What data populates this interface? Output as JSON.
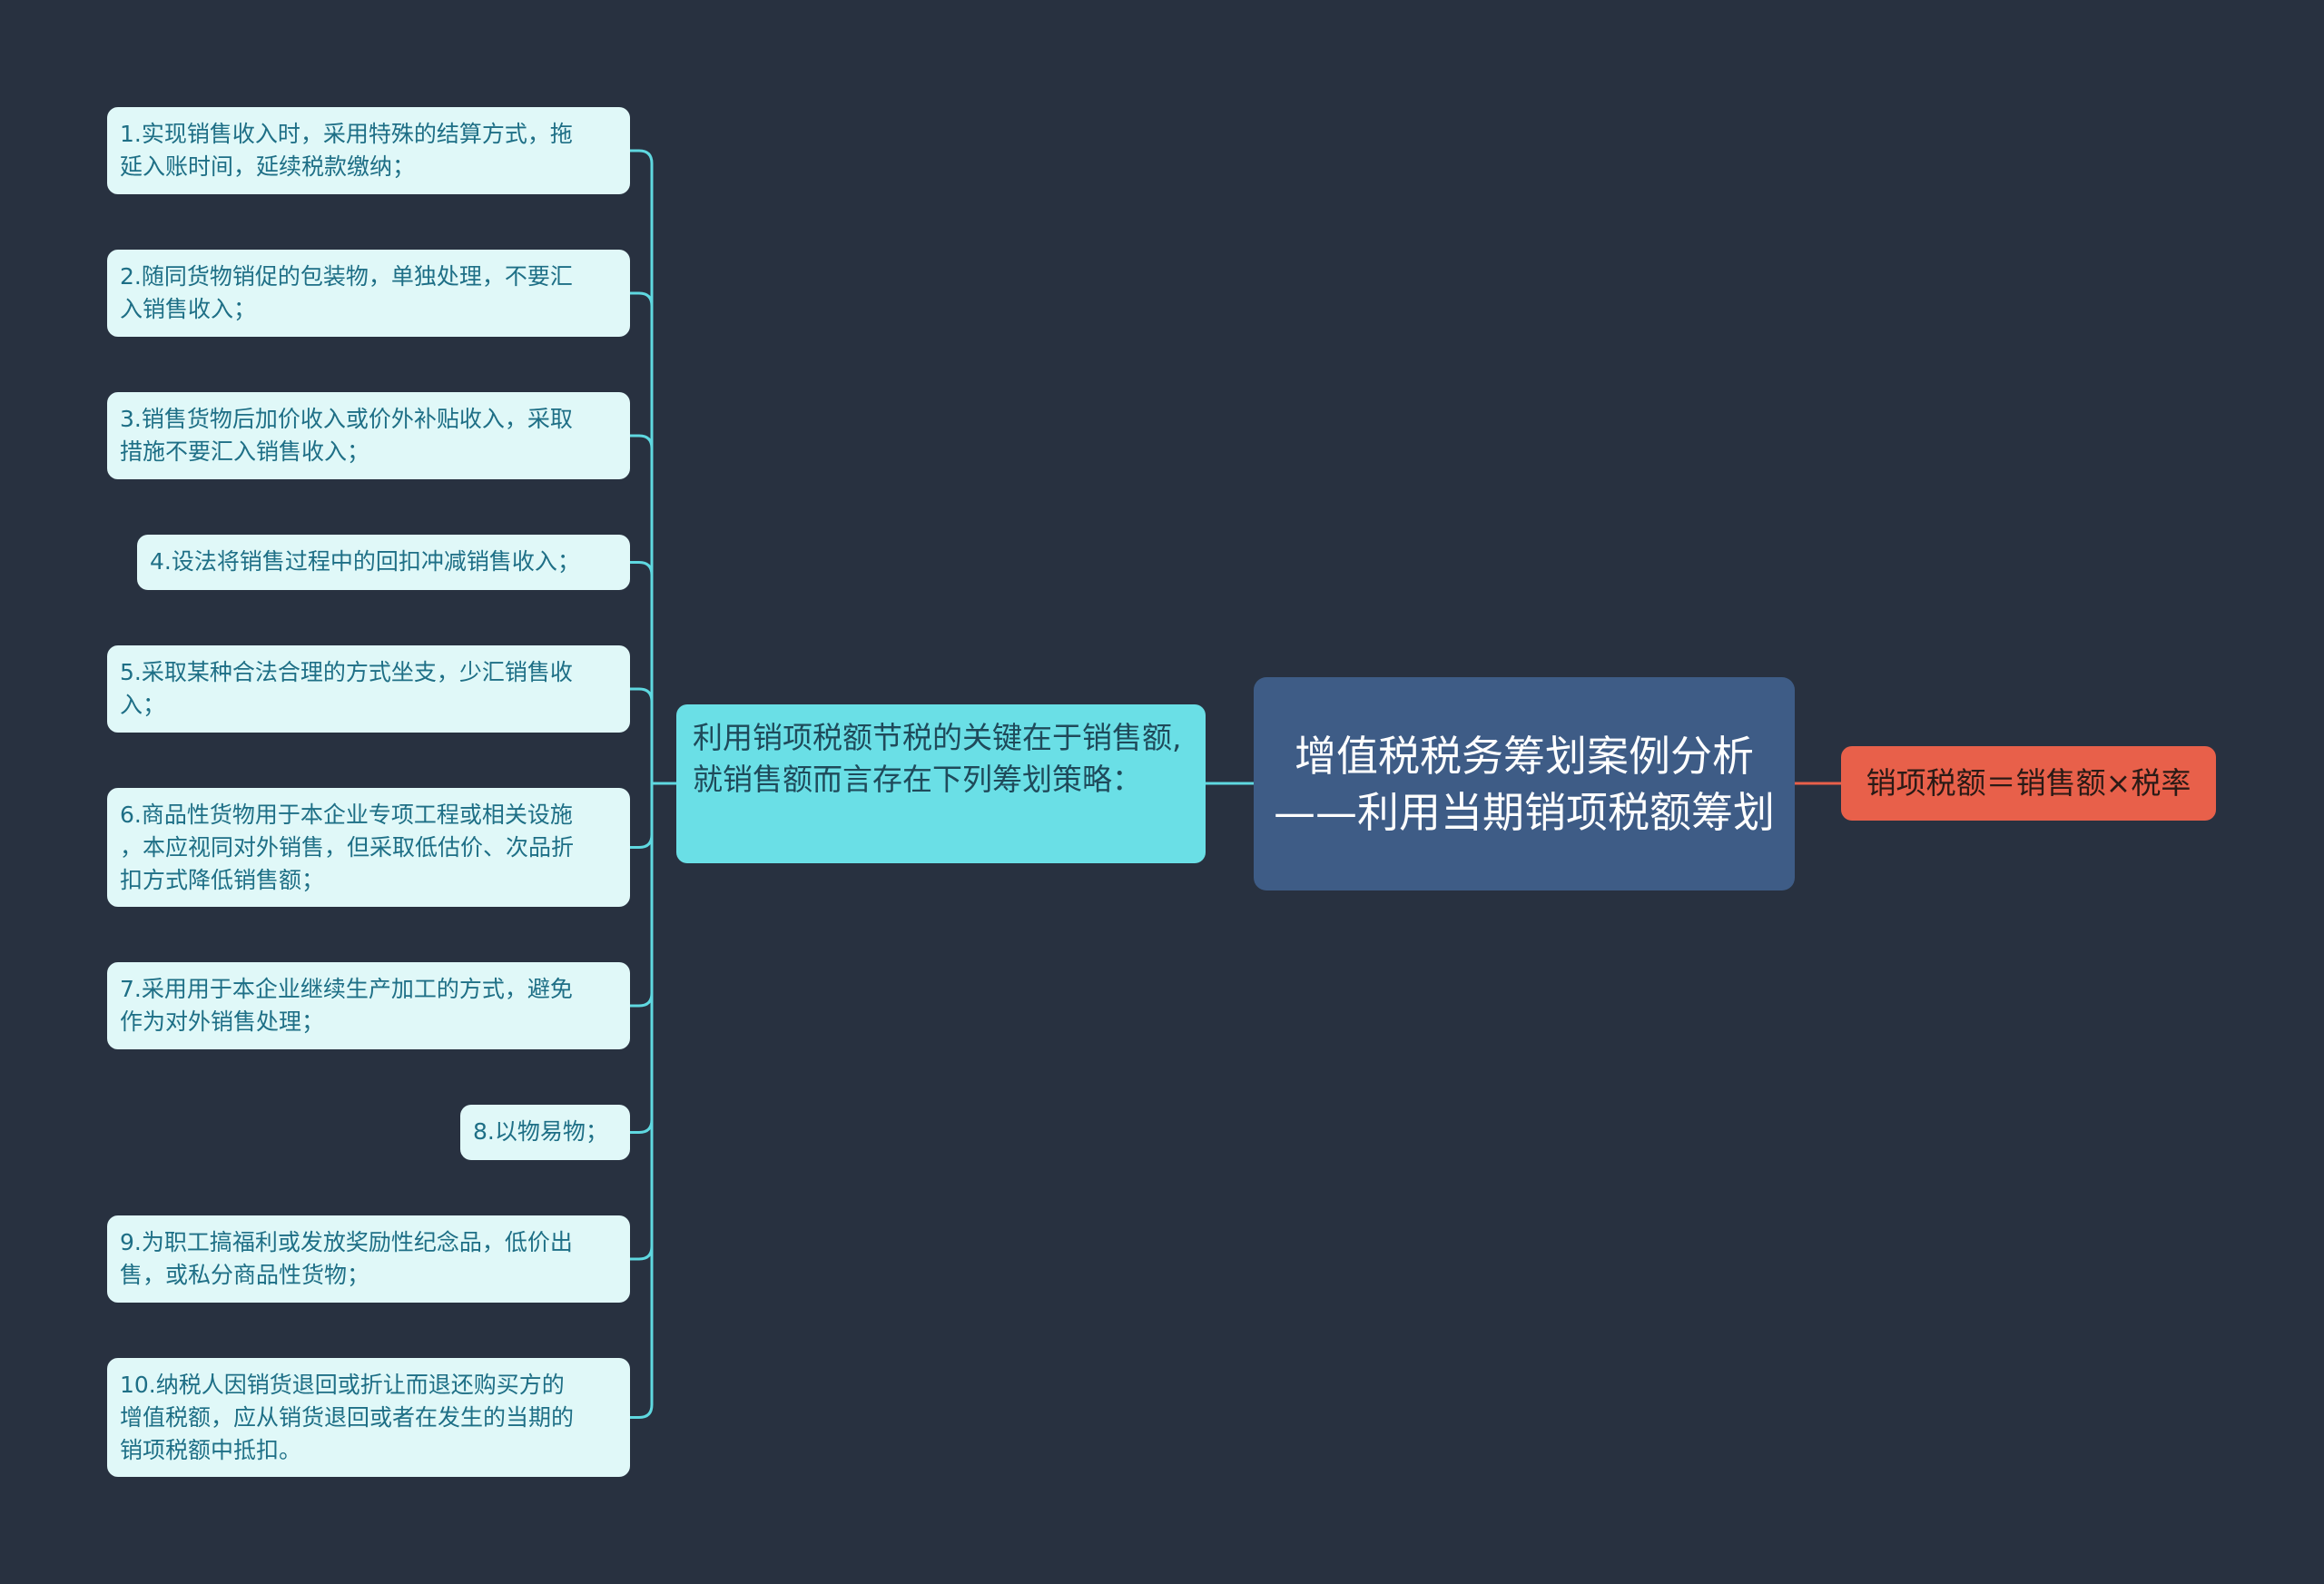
{
  "colors": {
    "background": "#283140",
    "root_fill": "#3e5c86",
    "branch_fill": "#6adfe6",
    "leaf_fill": "#e0f8f8",
    "leaf_text": "#1e6f86",
    "formula_fill": "#e8604a",
    "left_connector": "#5fd8e0",
    "right_connector": "#e8604a"
  },
  "root": {
    "text": "增值税税务筹划案例分析——利用当期销项税额筹划"
  },
  "branch": {
    "text": "利用销项税额节税的关键在于销售额,就销售额而言存在下列筹划策略："
  },
  "formula": {
    "text": "销项税额＝销售额×税率"
  },
  "leaves": [
    {
      "lines": [
        "1.实现销售收入时，采用特殊的结算方式，拖",
        "延入账时间，延续税款缴纳；"
      ]
    },
    {
      "lines": [
        "2.随同货物销促的包装物，单独处理，不要汇",
        "入销售收入；"
      ]
    },
    {
      "lines": [
        "3.销售货物后加价收入或价外补贴收入，采取",
        "措施不要汇入销售收入；"
      ]
    },
    {
      "lines": [
        "4.设法将销售过程中的回扣冲减销售收入；"
      ]
    },
    {
      "lines": [
        "5.采取某种合法合理的方式坐支，少汇销售收",
        "入；"
      ]
    },
    {
      "lines": [
        "6.商品性货物用于本企业专项工程或相关设施",
        "，本应视同对外销售，但采取低估价、次品折",
        "扣方式降低销售额；"
      ]
    },
    {
      "lines": [
        "7.采用用于本企业继续生产加工的方式，避免",
        "作为对外销售处理；"
      ]
    },
    {
      "lines": [
        "8.以物易物；"
      ]
    },
    {
      "lines": [
        "9.为职工搞福利或发放奖励性纪念品，低价出",
        "售，或私分商品性货物；"
      ]
    },
    {
      "lines": [
        "10.纳税人因销货退回或折让而退还购买方的",
        "增值税额，应从销货退回或者在发生的当期的",
        "销项税额中抵扣。"
      ]
    }
  ]
}
